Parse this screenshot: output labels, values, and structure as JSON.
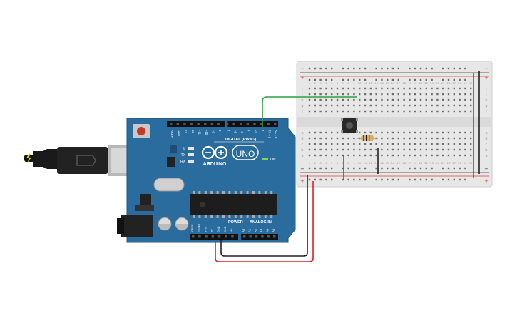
{
  "canvas": {
    "background": "#ffffff"
  },
  "arduino": {
    "brand": "ARDUINO",
    "model": "UNO",
    "digital_label": "DIGITAL (PWM~)",
    "on_label": "ON",
    "power_label": "POWER",
    "analog_label": "ANALOG IN",
    "leds": [
      "L",
      "TX",
      "RX"
    ],
    "digital_pins": [
      "AREF",
      "GND",
      "13",
      "12",
      "~11",
      "~10",
      "~9",
      "8",
      "7",
      "~6",
      "~5",
      "4",
      "~3",
      "2",
      "TX→1",
      "RX←0"
    ],
    "power_pins": [
      "IOREF",
      "RESET",
      "3V3",
      "5V",
      "GND",
      "GND",
      "Vin"
    ],
    "analog_pins": [
      "A0",
      "A1",
      "A2",
      "A3",
      "A4",
      "A5"
    ],
    "board_color": "#2b6c9e"
  },
  "breadboard": {
    "row_letters_top": [
      "j",
      "i",
      "h",
      "g",
      "f"
    ],
    "row_letters_bottom": [
      "e",
      "d",
      "c",
      "b",
      "a"
    ],
    "column_numbers": [
      "1",
      "2",
      "3",
      "4",
      "5",
      "6",
      "7",
      "8",
      "9",
      "10",
      "11",
      "12",
      "13",
      "14",
      "15",
      "16",
      "17",
      "18",
      "19",
      "20",
      "21",
      "22",
      "23",
      "24",
      "25",
      "26",
      "27",
      "28",
      "29",
      "30"
    ],
    "rail_plus": "+",
    "rail_minus": "−"
  },
  "colors": {
    "wire_red": "#e02020",
    "wire_black": "#222222",
    "wire_green": "#2ea043",
    "breadboard": "#e7e7e7",
    "rail_red": "#e04040",
    "rail_black": "#333333"
  }
}
